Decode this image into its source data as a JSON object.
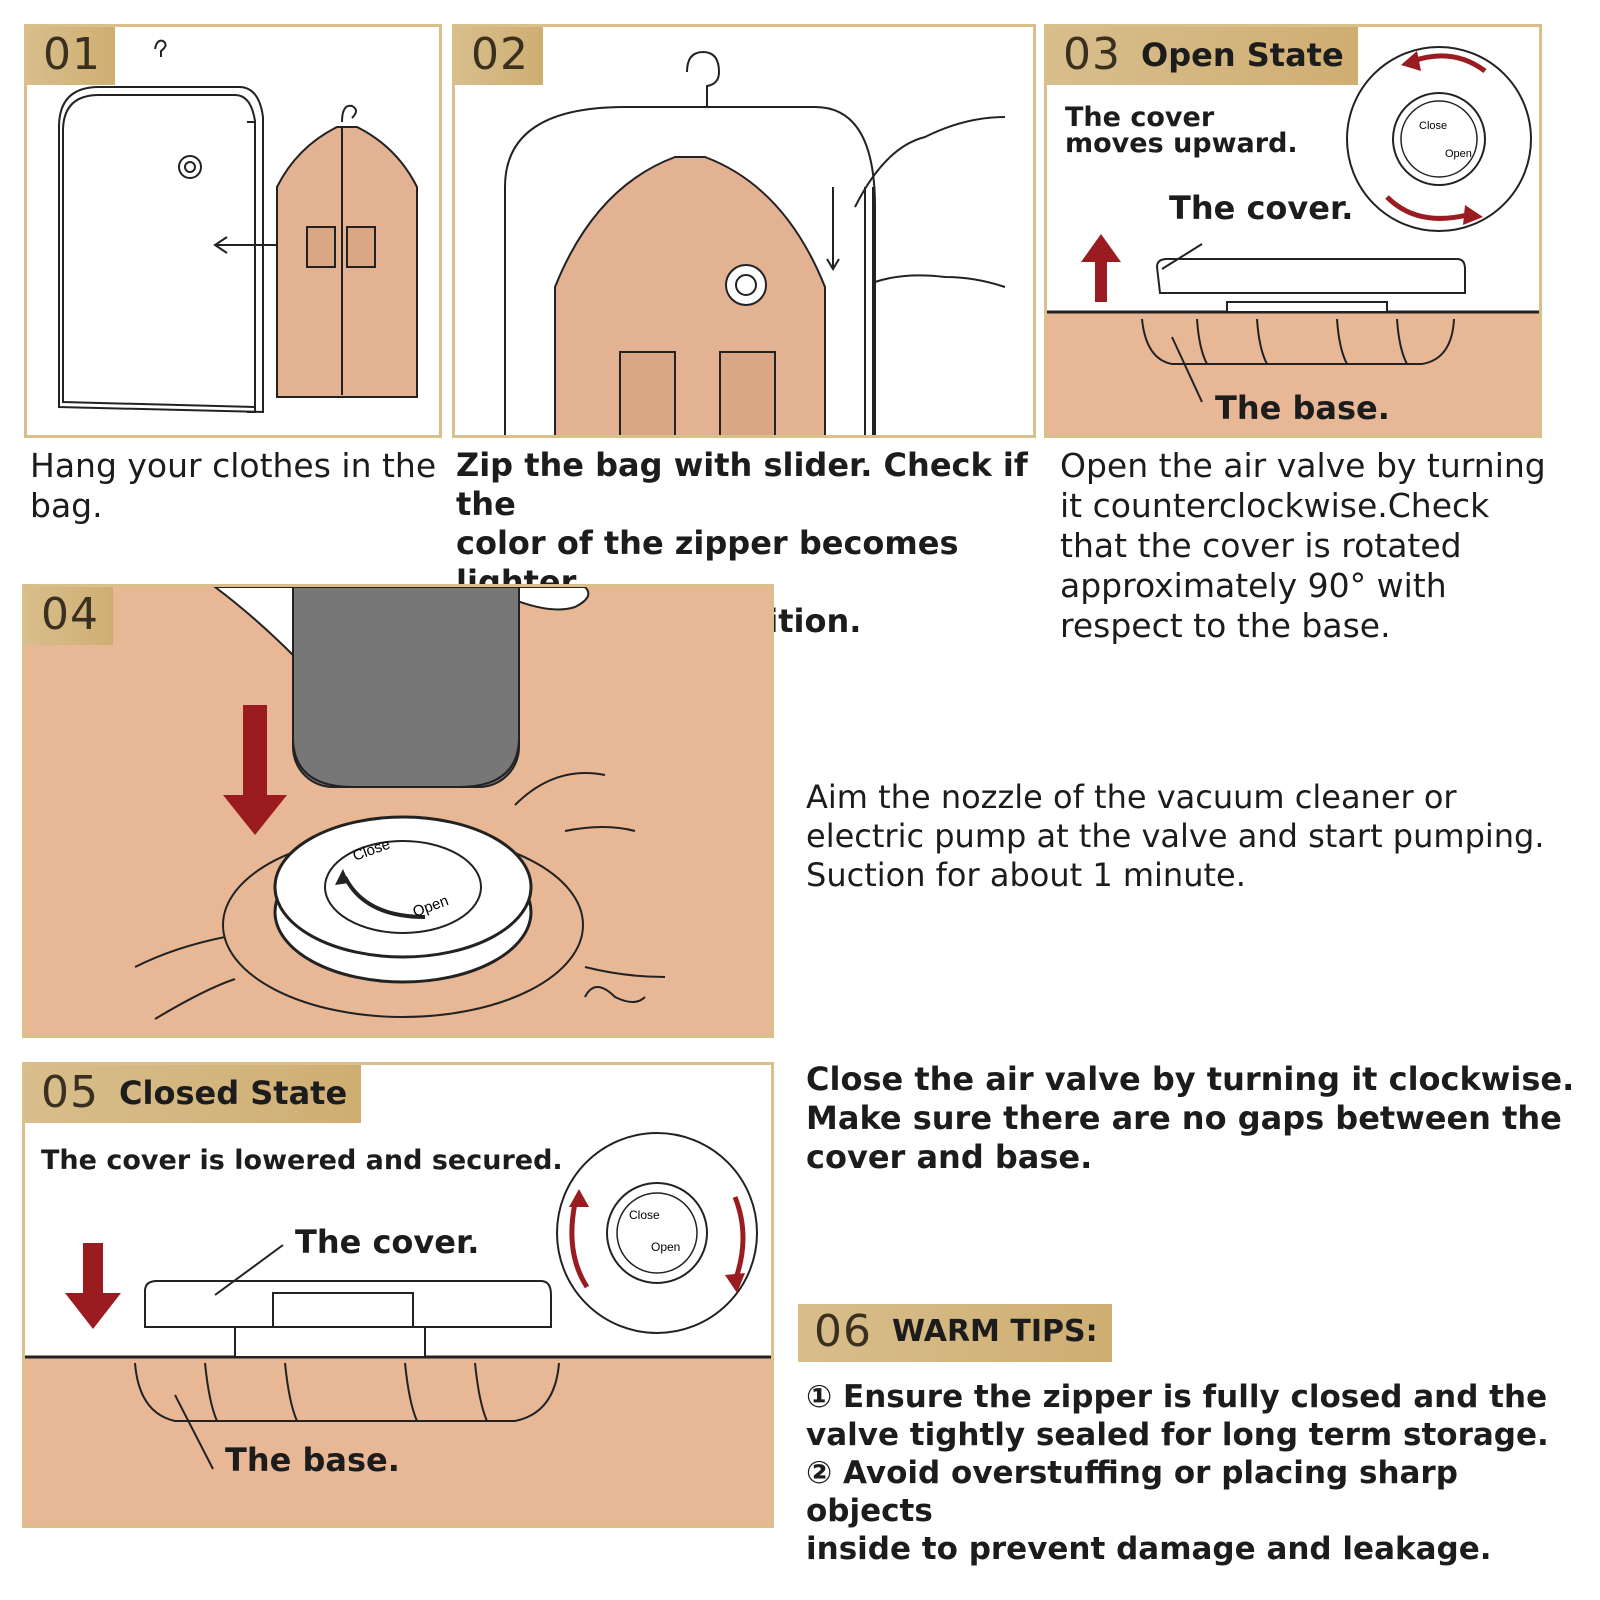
{
  "step1": {
    "num": "01",
    "caption_line1": "Hang your clothes in the",
    "caption_line2": "bag."
  },
  "step2": {
    "num": "02",
    "caption_line1": "Zip the bag with slider. Check if the",
    "caption_line2": "color of the zipper becomes lighter",
    "caption_line3": "for a sealed condition."
  },
  "step3": {
    "num": "03",
    "title": "Open State",
    "note_line1": "The cover",
    "note_line2": "moves upward.",
    "cover_label": "The cover.",
    "base_label": "The base.",
    "valve_close": "Close",
    "valve_open": "Open",
    "caption_line1": "Open the air valve by turning",
    "caption_line2": "it counterclockwise.Check",
    "caption_line3": "that the cover is rotated",
    "caption_line4": "approximately 90° with",
    "caption_line5": "respect to the base."
  },
  "step4": {
    "num": "04",
    "valve_close": "Close",
    "valve_open": "Open",
    "caption_line1": "Aim the nozzle of the vacuum cleaner or",
    "caption_line2": "electric pump at the valve and start pumping.",
    "caption_line3": "Suction for about 1 minute."
  },
  "step5": {
    "num": "05",
    "title": "Closed State",
    "note": "The cover is lowered and secured.",
    "cover_label": "The cover.",
    "base_label": "The base.",
    "valve_close": "Close",
    "valve_open": "Open",
    "caption_line1": "Close the air valve by turning it clockwise.",
    "caption_line2": "Make sure there are no gaps between the",
    "caption_line3": "cover and base."
  },
  "step6": {
    "num": "06",
    "title": "WARM TIPS:",
    "tip1_line1": "① Ensure the zipper is fully closed and the",
    "tip1_line2": "valve tightly sealed for long term storage.",
    "tip2_line1": "② Avoid overstuffing or placing sharp objects",
    "tip2_line2": "inside to prevent damage and leakage."
  },
  "colors": {
    "tan": "#e8b896",
    "gold": "#d9bf8a",
    "red": "#9b1c20",
    "nozzle": "#777777"
  }
}
